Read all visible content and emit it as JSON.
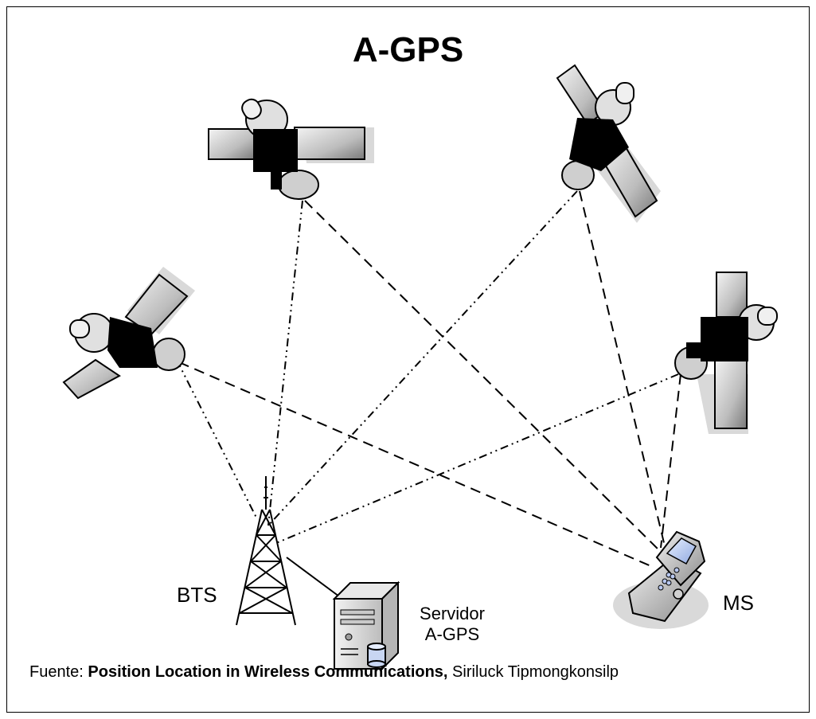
{
  "title": "A-GPS",
  "labels": {
    "bts": "BTS",
    "server_line1": "Servidor",
    "server_line2": "A-GPS",
    "ms": "MS"
  },
  "source": {
    "prefix": "Fuente: ",
    "work": "Position Location in Wireless Communications,",
    "author": " Siriluck Tipmongkonsilp"
  },
  "colors": {
    "panel_light": "#e6e6e6",
    "panel_dark": "#8a8a8a",
    "shadow": "#d9d9d9",
    "line": "#000000"
  }
}
